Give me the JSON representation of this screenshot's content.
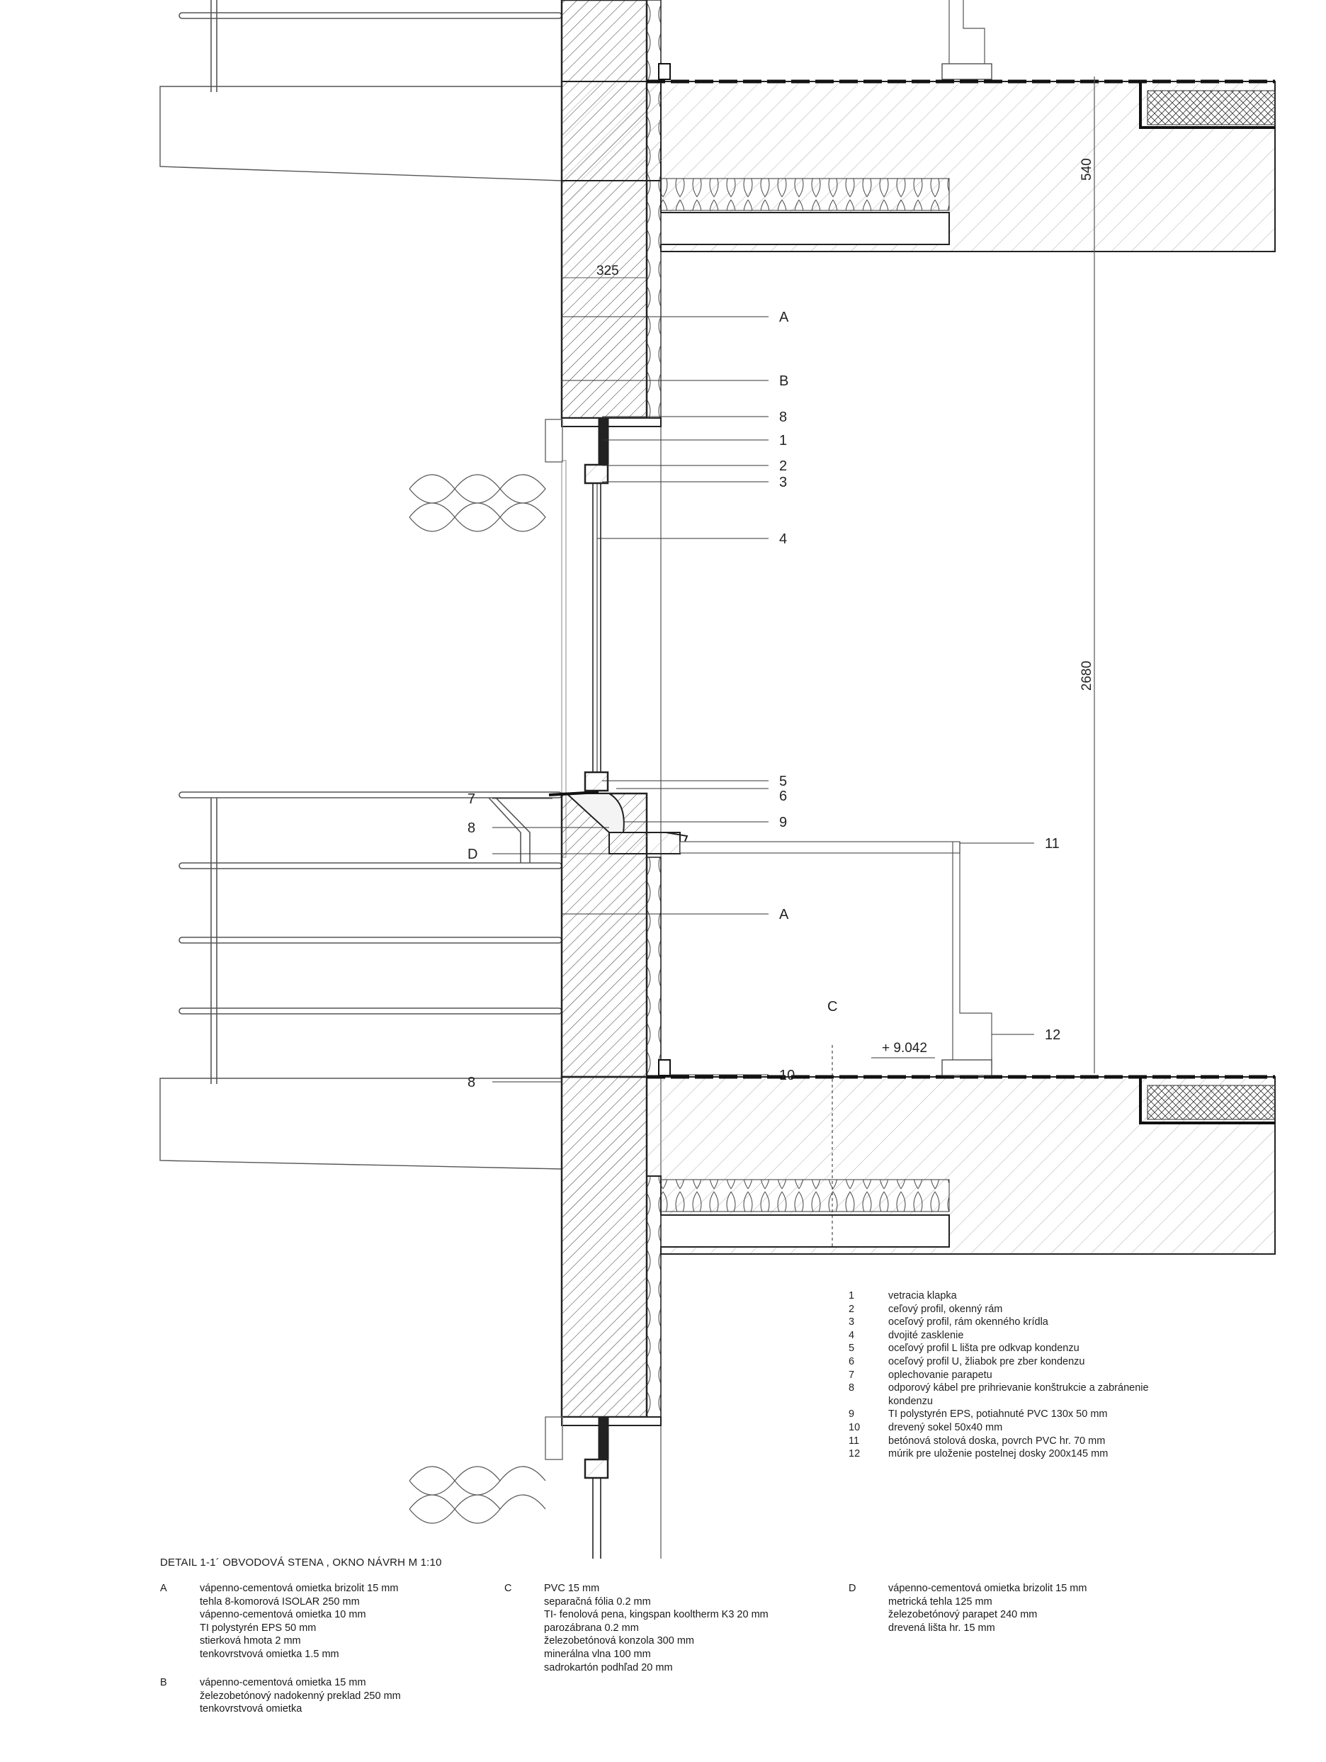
{
  "drawing": {
    "labels": {
      "A_top": "A",
      "B": "B",
      "n8_top": "8",
      "n1": "1",
      "n2": "2",
      "n3": "3",
      "n4": "4",
      "n5": "5",
      "n6": "6",
      "n7": "7",
      "n8_mid": "8",
      "D": "D",
      "n9": "9",
      "n11": "11",
      "A_mid": "A",
      "C": "C",
      "n12": "12",
      "n8_low": "8",
      "n10": "10"
    },
    "dimensions": {
      "d325": "325",
      "d540": "540",
      "d2680": "2680",
      "level": "+ 9.042"
    }
  },
  "legend": [
    {
      "num": "1",
      "text": "vetracia klapka"
    },
    {
      "num": "2",
      "text": "ceľový profil, okenný rám"
    },
    {
      "num": "3",
      "text": "oceľový profil, rám okenného krídla"
    },
    {
      "num": "4",
      "text": "dvojité zasklenie"
    },
    {
      "num": "5",
      "text": "oceľový profil L lišta pre odkvap kondenzu"
    },
    {
      "num": "6",
      "text": "oceľový profil U, žliabok pre zber kondenzu"
    },
    {
      "num": "7",
      "text": "oplechovanie parapetu"
    },
    {
      "num": "8",
      "text": "odporový kábel pre prihrievanie konštrukcie a zabránenie"
    },
    {
      "num": "",
      "text": "kondenzu"
    },
    {
      "num": "9",
      "text": "TI  polystyrén EPS, potiahnuté PVC 130x 50 mm"
    },
    {
      "num": "10",
      "text": "drevený sokel 50x40 mm"
    },
    {
      "num": "11",
      "text": "betónová stolová doska, povrch PVC hr. 70 mm"
    },
    {
      "num": "12",
      "text": "múrik pre uloženie postelnej dosky  200x145 mm"
    }
  ],
  "title": "DETAIL 1-1´ OBVODOVÁ STENA , OKNO NÁVRH  M 1:10",
  "specs": {
    "A": {
      "key": "A",
      "lines": [
        "vápenno-cementová omietka brizolit  15 mm",
        "tehla 8-komorová ISOLAR 250 mm",
        "vápenno-cementová omietka 10 mm",
        "TI polystyrén EPS 50 mm",
        "stierková hmota 2 mm",
        "tenkovrstvová omietka 1.5 mm"
      ]
    },
    "B": {
      "key": "B",
      "lines": [
        "vápenno-cementová omietka 15 mm",
        "železobetónový nadokenný preklad  250 mm",
        "tenkovrstvová omietka"
      ]
    },
    "C": {
      "key": "C",
      "lines": [
        "PVC 15 mm",
        "separačná fólia 0.2 mm",
        "TI- fenolová pena, kingspan kooltherm K3 20 mm",
        "parozábrana 0.2 mm",
        "železobetónová konzola 300 mm",
        "minerálna vlna 100 mm",
        "sadrokartón podhľad 20 mm"
      ]
    },
    "D": {
      "key": "D",
      "lines": [
        "vápenno-cementová omietka brizolit 15 mm",
        "metrická tehla 125 mm",
        "železobetónový parapet 240 mm",
        "drevená lišta hr. 15 mm"
      ]
    }
  }
}
